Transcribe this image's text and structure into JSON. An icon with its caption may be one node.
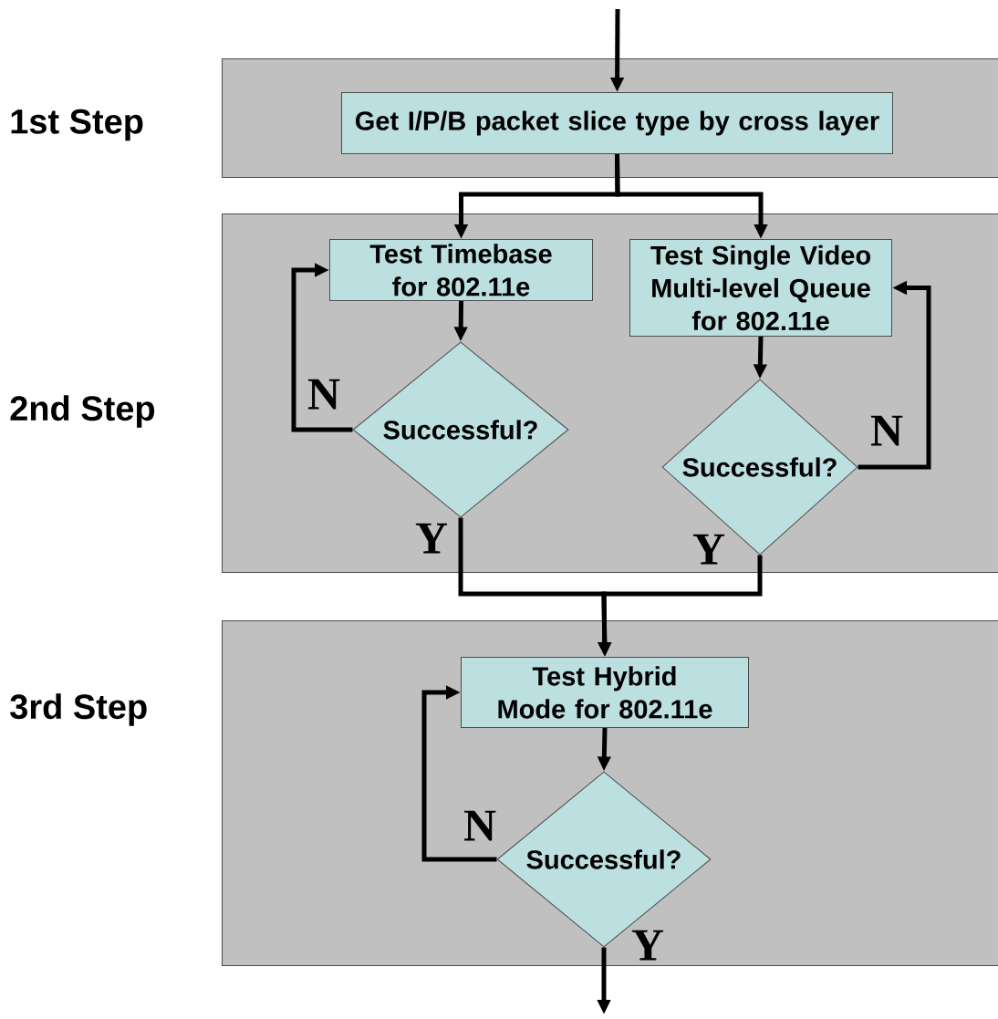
{
  "diagram": {
    "nodes": [
      {
        "text": [],
        "shape": "band"
      },
      {
        "text": [
          "Get I/P/B packet slice type by cross layer"
        ],
        "in": 0
      },
      {
        "text": [],
        "shape": "band"
      },
      {
        "text": [
          "Test Timebase for 802.11e"
        ],
        "in": 2
      },
      {
        "text": [
          "Test Single Video Multi-level Queue for 802.11e"
        ],
        "in": 2
      },
      {
        "text": [
          "Successful?"
        ],
        "in": 2
      },
      {
        "text": [
          "Successful?"
        ],
        "in": 2
      },
      {
        "text": [],
        "shape": "band"
      },
      {
        "text": [
          "Test Hybrid Mode for 802.11e"
        ],
        "in": 7
      },
      {
        "text": [
          "Successful?"
        ],
        "in": 7
      }
    ],
    "edges": [
      {
        "from": null,
        "to": 1,
        "arrow": "to"
      },
      {
        "from": 1,
        "to": 3,
        "arrow": "to"
      },
      {
        "from": 1,
        "to": 4,
        "arrow": "to"
      },
      {
        "from": 3,
        "to": 5,
        "arrow": "to"
      },
      {
        "from": 5,
        "to": 3,
        "arrow": "to",
        "label": "N"
      },
      {
        "from": 4,
        "to": 6,
        "arrow": "to"
      },
      {
        "from": 6,
        "to": 4,
        "arrow": "to",
        "label": "N"
      },
      {
        "from": 5,
        "to": 8,
        "arrow": "to",
        "label": "Y"
      },
      {
        "from": 6,
        "to": 8,
        "arrow": "to",
        "label": "Y"
      },
      {
        "from": 8,
        "to": 9,
        "arrow": "to"
      },
      {
        "from": 9,
        "to": 8,
        "arrow": "to",
        "label": "N"
      },
      {
        "from": 9,
        "to": null,
        "arrow": "to",
        "label": "Y"
      }
    ],
    "labels": [
      "1st Step",
      "2nd Step",
      "3rd Step"
    ]
  }
}
